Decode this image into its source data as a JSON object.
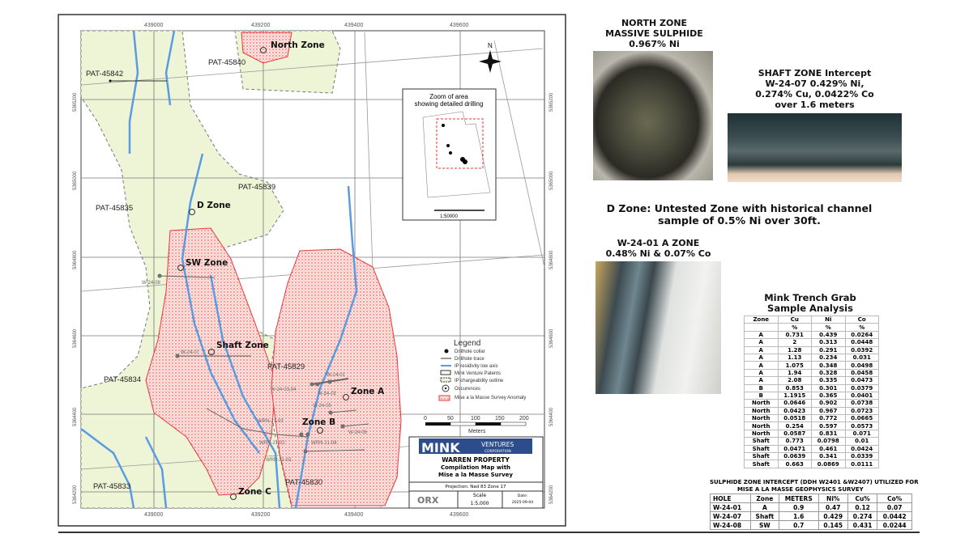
{
  "map": {
    "easting_ticks": [
      "439000",
      "439200",
      "439400",
      "439600"
    ],
    "northing_ticks": [
      "5365200",
      "5365000",
      "5364800",
      "5364600",
      "5364400",
      "5364200"
    ],
    "zones": [
      "North Zone",
      "D Zone",
      "SW Zone",
      "Shaft Zone",
      "Zone A",
      "Zone B",
      "Zone C"
    ],
    "patents": [
      "PAT-45840",
      "PAT-45842",
      "PAT-45839",
      "PAT-45835",
      "PAT-45829",
      "PAT-45834",
      "PAT-45833",
      "PAT-45830"
    ],
    "drillholes": [
      "W-24-08",
      "W-24-07",
      "W-24-03,04",
      "W-24-01",
      "W-24-02",
      "W-24-05",
      "W-24-06",
      "WRN-21-03",
      "WRN-21-02",
      "WRN-21-04",
      "WRN-21-01"
    ],
    "north_label": "N",
    "inset": {
      "title": "Zoom of area showing detailed drilling",
      "scale": "1:50000"
    },
    "legend": {
      "title": "Legend",
      "items": [
        "Drillhole collar",
        "Drillhole trace",
        "IP residivity low axis",
        "Mink Venture Patents",
        "IP chargeability outline",
        "Occurences",
        "Mise a la Masse Survey Anomaly"
      ]
    },
    "scalebar": {
      "ticks": [
        "0",
        "50",
        "100",
        "150",
        "200"
      ],
      "unit": "Meters"
    },
    "titleblock": {
      "logo_main": "MINK",
      "logo_sub": "VENTURES",
      "logo_corp": "CORPORATION",
      "title": "WARREN PROPERTY",
      "subtitle1": "Compilation Map with",
      "subtitle2": "Mise a la Masse Survey",
      "projection": "Projection: Nad 83 Zone 17",
      "scale_label": "Scale",
      "scale": "1:5,000",
      "date_label": "Date:",
      "date": "2025-09-04"
    },
    "colors": {
      "patent_fill": "#eef5d6",
      "anomaly": "#e8373a",
      "river": "#5b9be0"
    }
  },
  "captions": {
    "north": [
      "NORTH ZONE",
      "MASSIVE SULPHIDE",
      "0.967% Ni"
    ],
    "shaft": [
      "SHAFT ZONE Intercept",
      "W-24-07 0.429% Ni,",
      "0.274% Cu, 0.0422% Co",
      "over 1.6 meters"
    ],
    "dzone": [
      "D Zone:  Untested Zone with historical  channel",
      "sample of 0.5% Ni over 30ft."
    ],
    "azone": [
      "W-24-01 A ZONE",
      "0.48% Ni & 0.07% Co"
    ],
    "trench": [
      "Mink Trench Grab",
      "Sample Analysis"
    ]
  },
  "trench_table": {
    "headers": [
      "Zone",
      "Cu",
      "Ni",
      "Co"
    ],
    "units": [
      "",
      "%",
      "%",
      "%"
    ],
    "rows": [
      [
        "A",
        "0.731",
        "0.439",
        "0.0264"
      ],
      [
        "A",
        "2",
        "0.313",
        "0.0448"
      ],
      [
        "A",
        "1.28",
        "0.291",
        "0.0392"
      ],
      [
        "A",
        "1.13",
        "0.234",
        "0.031"
      ],
      [
        "A",
        "1.075",
        "0.348",
        "0.0498"
      ],
      [
        "A",
        "1.94",
        "0.328",
        "0.0458"
      ],
      [
        "A",
        "2.08",
        "0.335",
        "0.0473"
      ],
      [
        "B",
        "0.853",
        "0.301",
        "0.0379"
      ],
      [
        "B",
        "1.1915",
        "0.365",
        "0.0401"
      ],
      [
        "North",
        "0.0646",
        "0.902",
        "0.0738"
      ],
      [
        "North",
        "0.0423",
        "0.967",
        "0.0723"
      ],
      [
        "North",
        "0.0518",
        "0.772",
        "0.0665"
      ],
      [
        "North",
        "0.254",
        "0.597",
        "0.0573"
      ],
      [
        "North",
        "0.0587",
        "0.831",
        "0.071"
      ],
      [
        "Shaft",
        "0.773",
        "0.0798",
        "0.01"
      ],
      [
        "Shaft",
        "0.0471",
        "0.461",
        "0.0424"
      ],
      [
        "Shaft",
        "0.0639",
        "0.341",
        "0.0339"
      ],
      [
        "Shaft",
        "0.663",
        "0.0869",
        "0.0111"
      ]
    ]
  },
  "intercept_table": {
    "title1": "SULPHIDE ZONE INTERCEPT (DDH W2401 &W2407) UTILIZED FOR",
    "title2": "MISE A  LA MASSE GEOPHYSICS SURVEY",
    "headers": [
      "HOLE",
      "Zone",
      "METERS",
      "Ni%",
      "Cu%",
      "Co%"
    ],
    "rows": [
      [
        "W-24-01",
        "A",
        "0.9",
        "0.47",
        "0.12",
        "0.07"
      ],
      [
        "W-24-07",
        "Shaft",
        "1.6",
        "0.429",
        "0.274",
        "0.0442"
      ],
      [
        "W-24-08",
        "SW",
        "0.7",
        "0.145",
        "0.431",
        "0.0244"
      ]
    ]
  }
}
